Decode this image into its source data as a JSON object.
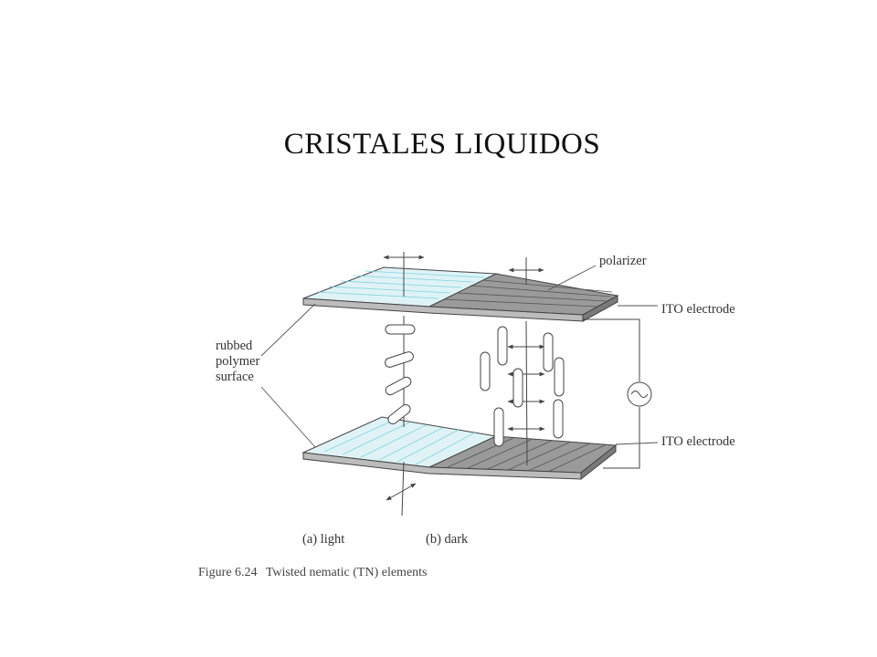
{
  "slide": {
    "title": "CRISTALES LIQUIDOS"
  },
  "figure": {
    "labels": {
      "polarizer": "polarizer",
      "ito_top": "ITO electrode",
      "ito_bottom": "ITO electrode",
      "rubbed_1": "rubbed",
      "rubbed_2": "polymer",
      "rubbed_3": "surface"
    },
    "sub_light": "(a) light",
    "sub_dark": "(b) dark",
    "caption_number": "Figure 6.24",
    "caption_text": "Twisted nematic (TN) elements"
  },
  "colors": {
    "plate_light": "#dff3f6",
    "rub_lines": "#7fd3df",
    "plate_dark": "#9a9a9a",
    "line": "#444444"
  }
}
